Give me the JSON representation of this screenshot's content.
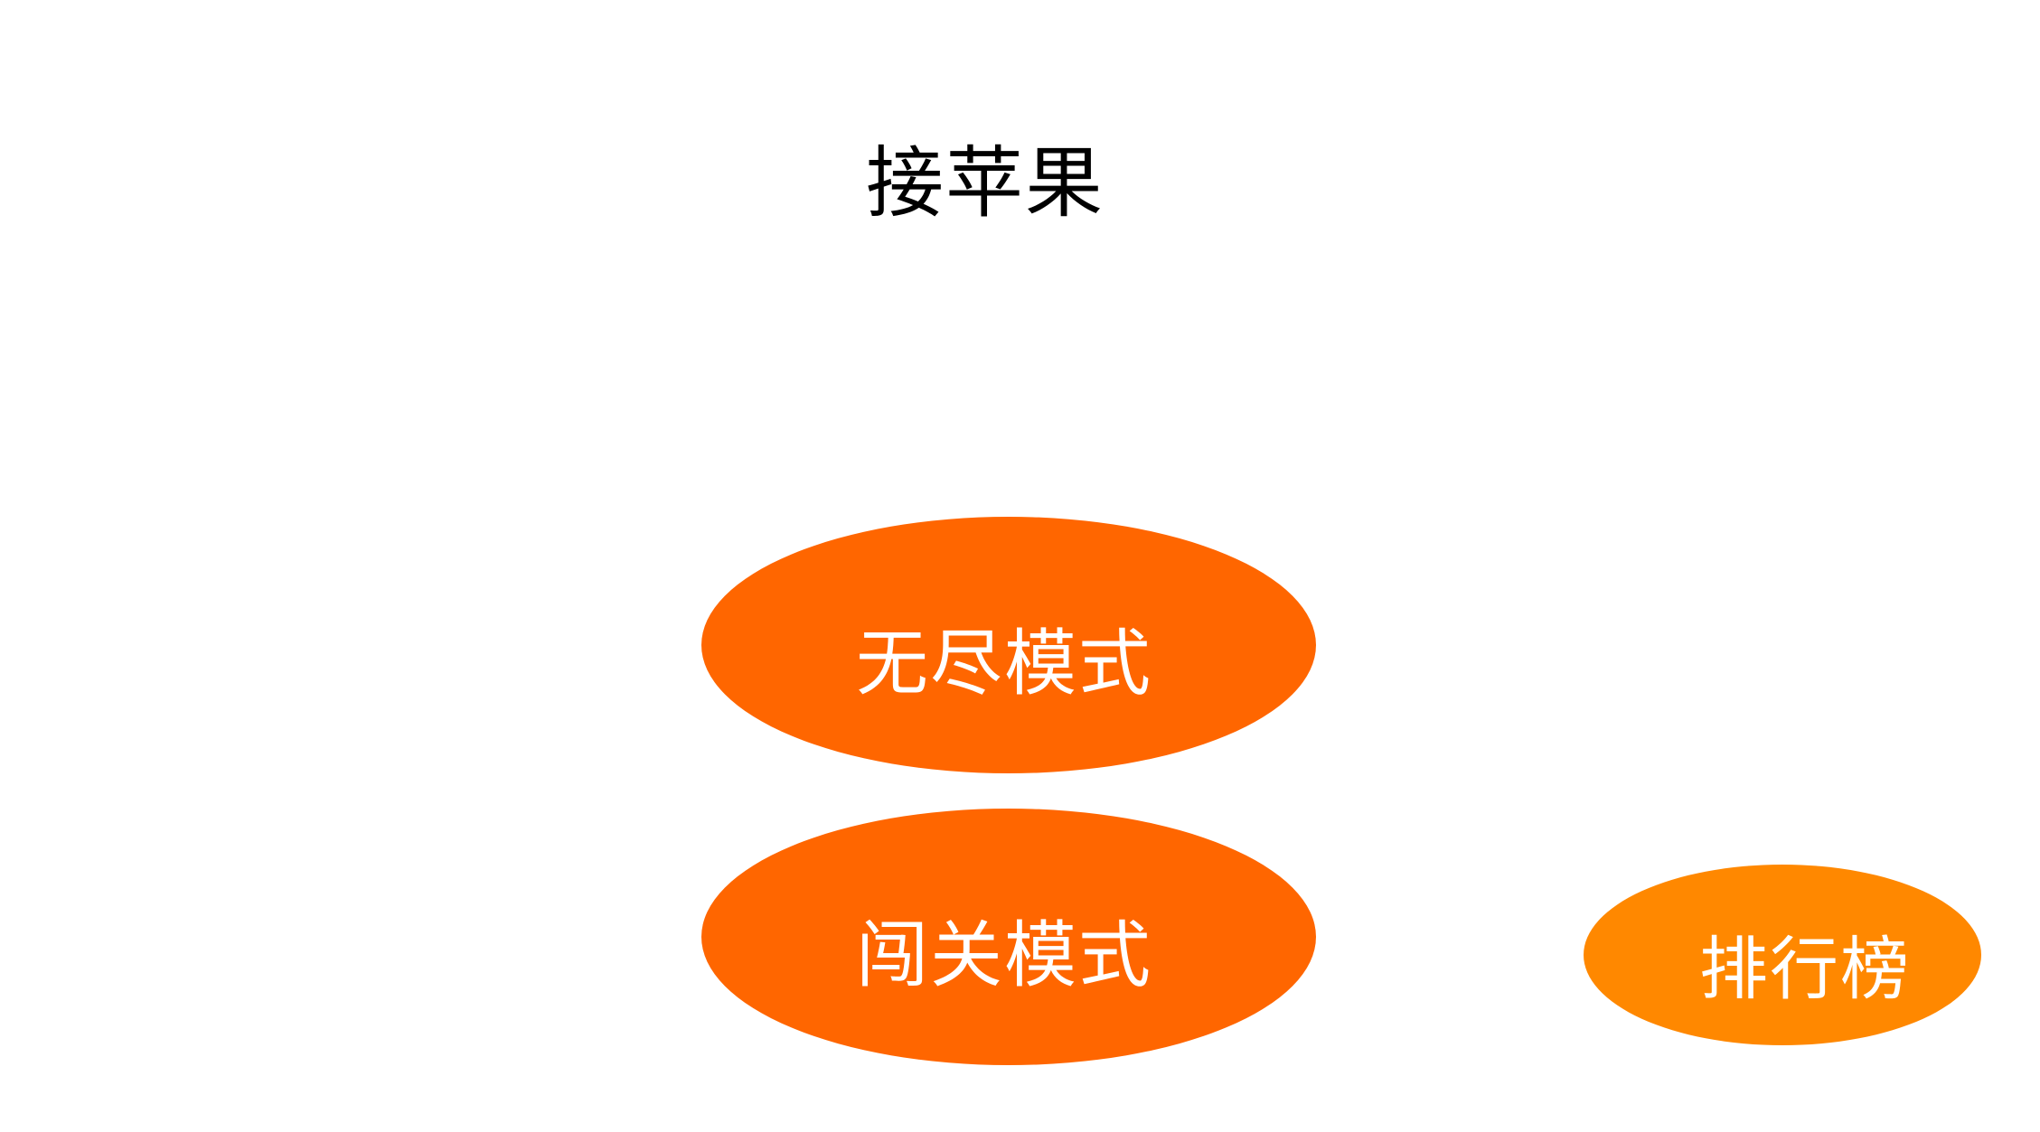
{
  "game": {
    "title": "接苹果"
  },
  "menu": {
    "endless_label": "无尽模式",
    "levels_label": "闯关模式",
    "leaderboard_label": "排行榜"
  },
  "colors": {
    "background": "#ffffff",
    "primary_button": "#ff6600",
    "secondary_button": "#ff8800",
    "button_text": "#ffffff",
    "title_text": "#000000"
  }
}
